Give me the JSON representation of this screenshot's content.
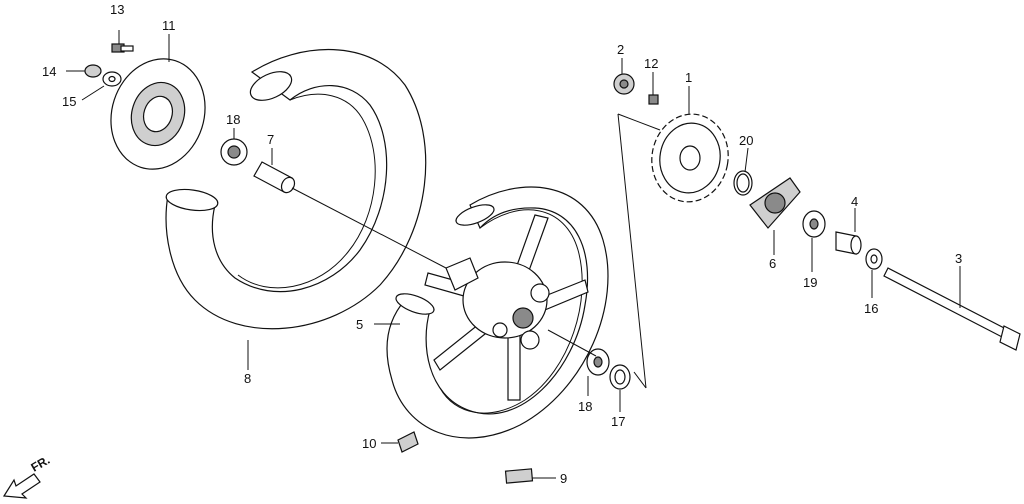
{
  "diagram": {
    "front_marker": "FR.",
    "callouts": [
      {
        "id": "c1",
        "text": "1"
      },
      {
        "id": "c2",
        "text": "2"
      },
      {
        "id": "c3",
        "text": "3"
      },
      {
        "id": "c4",
        "text": "4"
      },
      {
        "id": "c5",
        "text": "5"
      },
      {
        "id": "c6",
        "text": "6"
      },
      {
        "id": "c7",
        "text": "7"
      },
      {
        "id": "c8",
        "text": "8"
      },
      {
        "id": "c9",
        "text": "9"
      },
      {
        "id": "c10",
        "text": "10"
      },
      {
        "id": "c11",
        "text": "11"
      },
      {
        "id": "c12",
        "text": "12"
      },
      {
        "id": "c13",
        "text": "13"
      },
      {
        "id": "c14",
        "text": "14"
      },
      {
        "id": "c15",
        "text": "15"
      },
      {
        "id": "c16",
        "text": "16"
      },
      {
        "id": "c17",
        "text": "17"
      },
      {
        "id": "c18a",
        "text": "18"
      },
      {
        "id": "c18b",
        "text": "18"
      },
      {
        "id": "c19",
        "text": "19"
      },
      {
        "id": "c20",
        "text": "20"
      }
    ]
  }
}
